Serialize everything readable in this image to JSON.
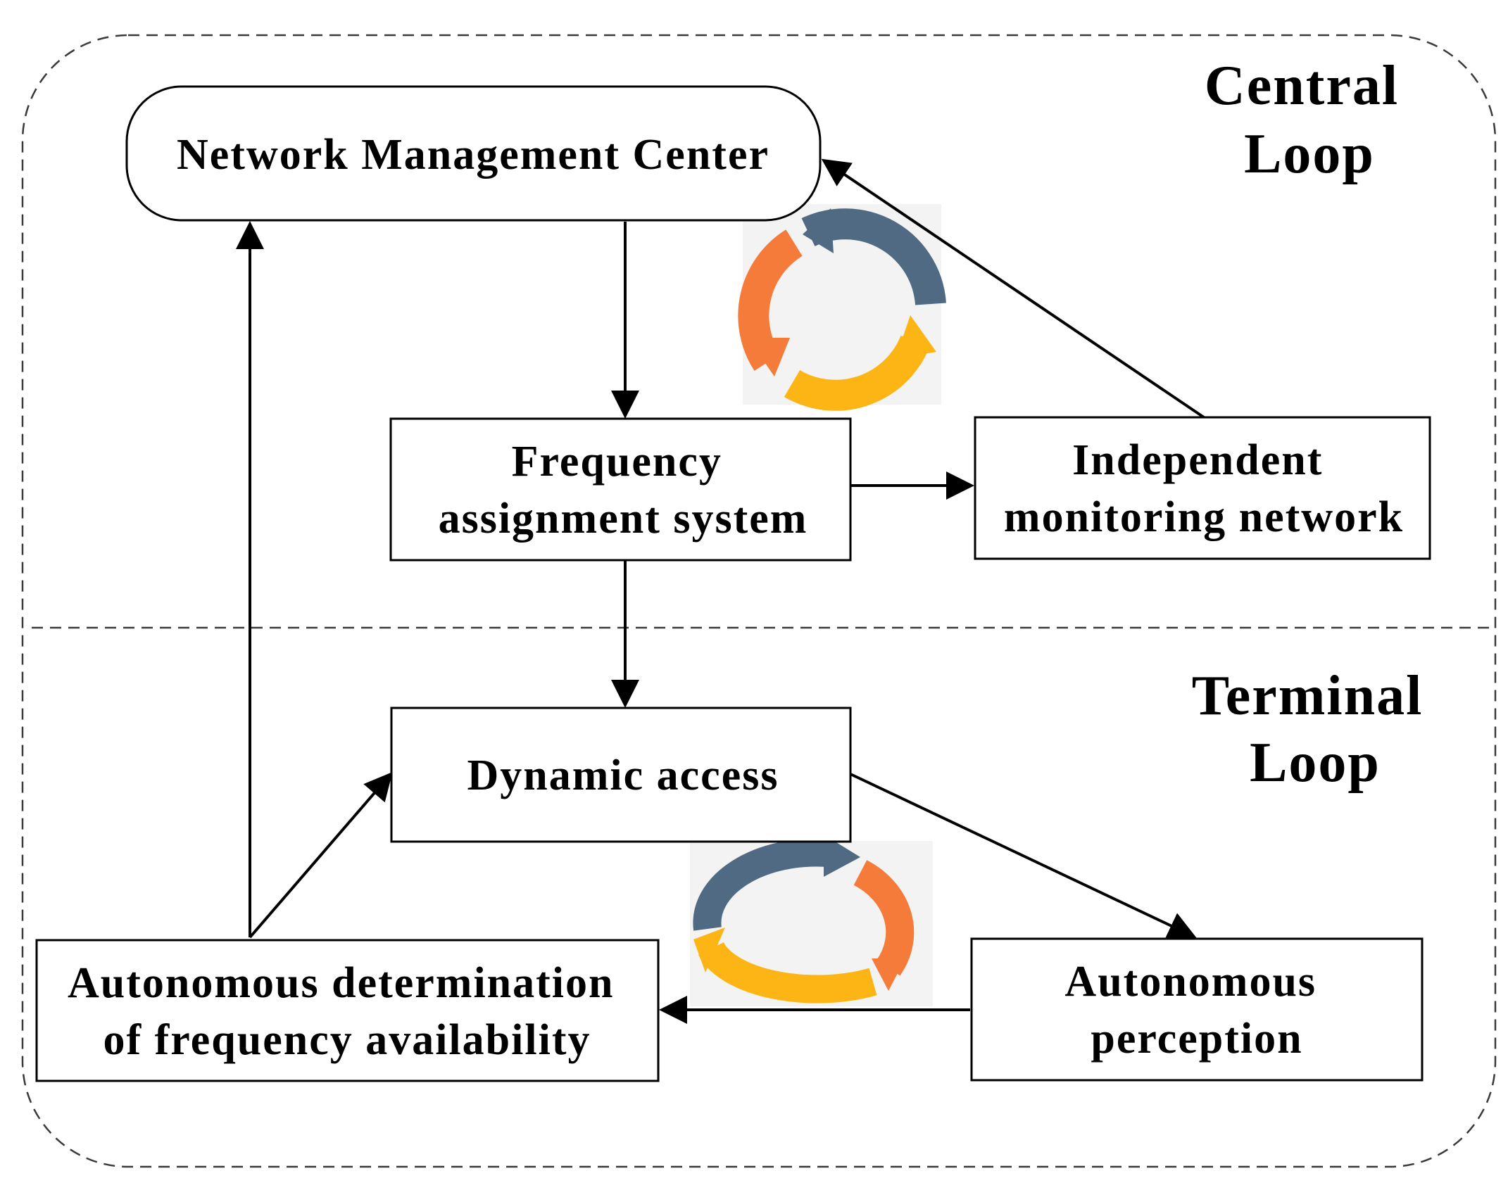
{
  "regions": {
    "central": {
      "line1": "Central",
      "line2": "Loop"
    },
    "terminal": {
      "line1": "Terminal",
      "line2": "Loop"
    }
  },
  "nodes": {
    "network_management_center": {
      "label": "Network Management Center"
    },
    "frequency_assignment_system": {
      "line1": "Frequency",
      "line2": "assignment system"
    },
    "independent_monitoring_network": {
      "line1": "Independent",
      "line2": "monitoring network"
    },
    "dynamic_access": {
      "label": "Dynamic access"
    },
    "autonomous_determination": {
      "line1": "Autonomous determination",
      "line2": "of frequency availability"
    },
    "autonomous_perception": {
      "line1": "Autonomous",
      "line2": "perception"
    }
  },
  "edges": [
    {
      "from": "network_management_center",
      "to": "frequency_assignment_system"
    },
    {
      "from": "frequency_assignment_system",
      "to": "independent_monitoring_network"
    },
    {
      "from": "independent_monitoring_network",
      "to": "network_management_center"
    },
    {
      "from": "frequency_assignment_system",
      "to": "dynamic_access"
    },
    {
      "from": "dynamic_access",
      "to": "autonomous_perception"
    },
    {
      "from": "autonomous_perception",
      "to": "autonomous_determination"
    },
    {
      "from": "autonomous_determination",
      "to": "dynamic_access"
    },
    {
      "from": "autonomous_determination",
      "to": "network_management_center"
    }
  ],
  "colors": {
    "cycle_orange": "#F47B3A",
    "cycle_slate": "#4F6A82",
    "cycle_amber": "#FDB515"
  },
  "icons": [
    "cycle-arrows-icon-central",
    "cycle-arrows-icon-terminal"
  ]
}
